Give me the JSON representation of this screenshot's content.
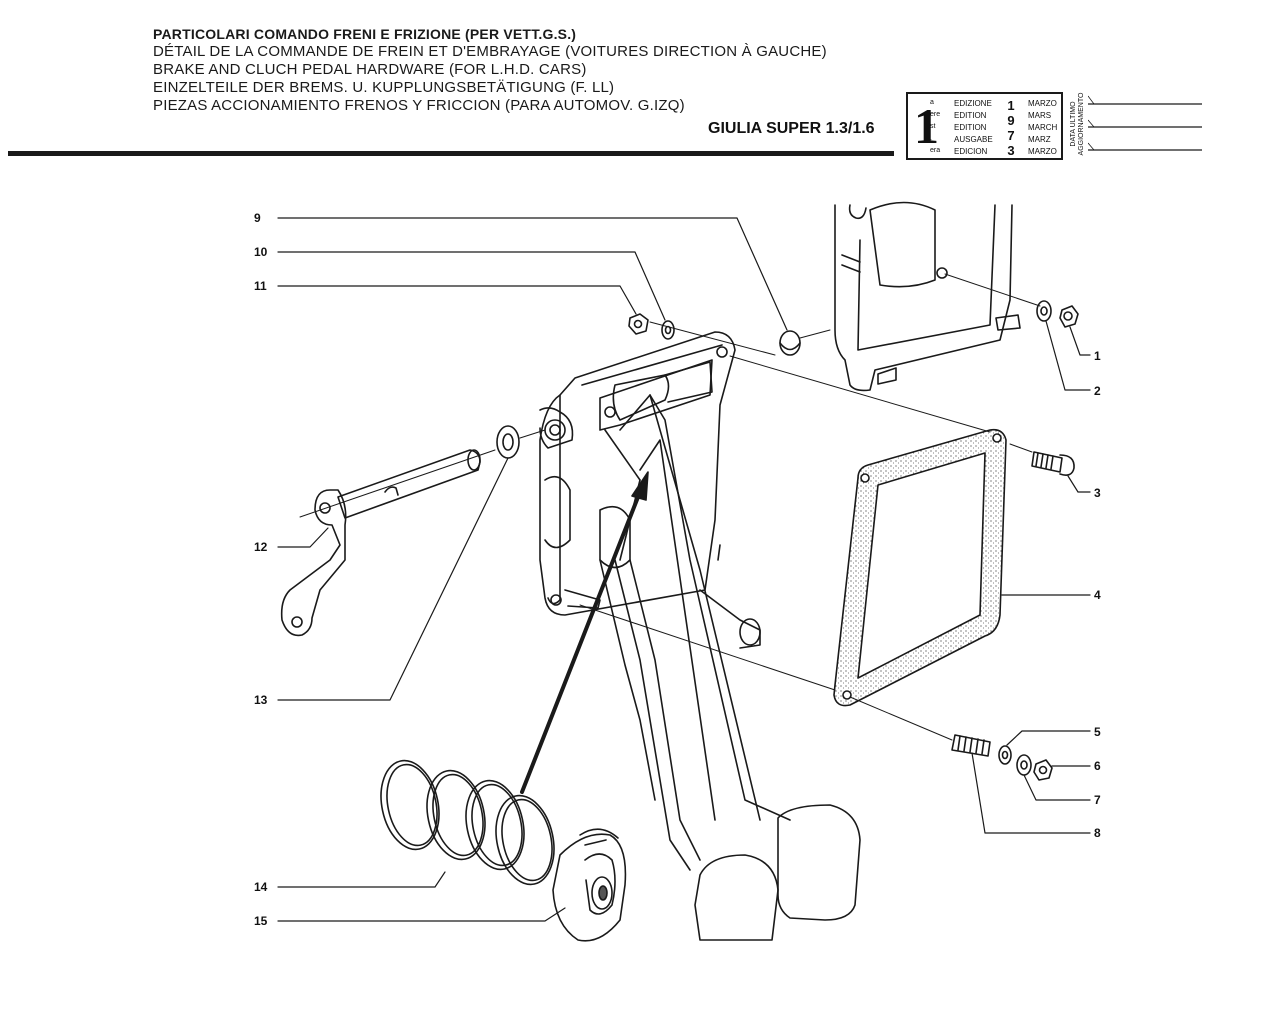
{
  "header": {
    "title_lines": [
      "PARTICOLARI COMANDO FRENI E FRIZIONE (PER VETT.G.S.)",
      "DÉTAIL DE LA COMMANDE DE FREIN ET D'EMBRAYAGE (VOITURES DIRECTION À GAUCHE)",
      "BRAKE AND CLUCH PEDAL HARDWARE (FOR L.H.D. CARS)",
      "EINZELTEILE DER BREMS. U. KUPPLUNGSBETÄTIGUNG (F. LL)",
      "PIEZAS ACCIONAMIENTO FRENOS Y FRICCION (PARA AUTOMOV. G.IZQ)"
    ],
    "model": "GIULIA SUPER 1.3/1.6"
  },
  "edition": {
    "number": "1",
    "suffixes": [
      "a",
      "ere",
      "st",
      ".",
      "era"
    ],
    "labels": [
      "EDIZIONE",
      "EDITION",
      "EDITION",
      "AUSGABE",
      "EDICION"
    ],
    "year_digits": [
      "1",
      "9",
      "7",
      "3"
    ],
    "months": [
      "MARZO",
      "MARS",
      "MARCH",
      "MARZ",
      "MARZO"
    ],
    "last_update_label": "DATA ULTIMO AGGIORNAMENTO"
  },
  "callouts": {
    "c1": "1",
    "c2": "2",
    "c3": "3",
    "c4": "4",
    "c5": "5",
    "c6": "6",
    "c7": "7",
    "c8": "8",
    "c9": "9",
    "c10": "10",
    "c11": "11",
    "c12": "12",
    "c13": "13",
    "c14": "14",
    "c15": "15"
  },
  "colors": {
    "ink": "#1a1a1a",
    "paper": "#ffffff"
  }
}
